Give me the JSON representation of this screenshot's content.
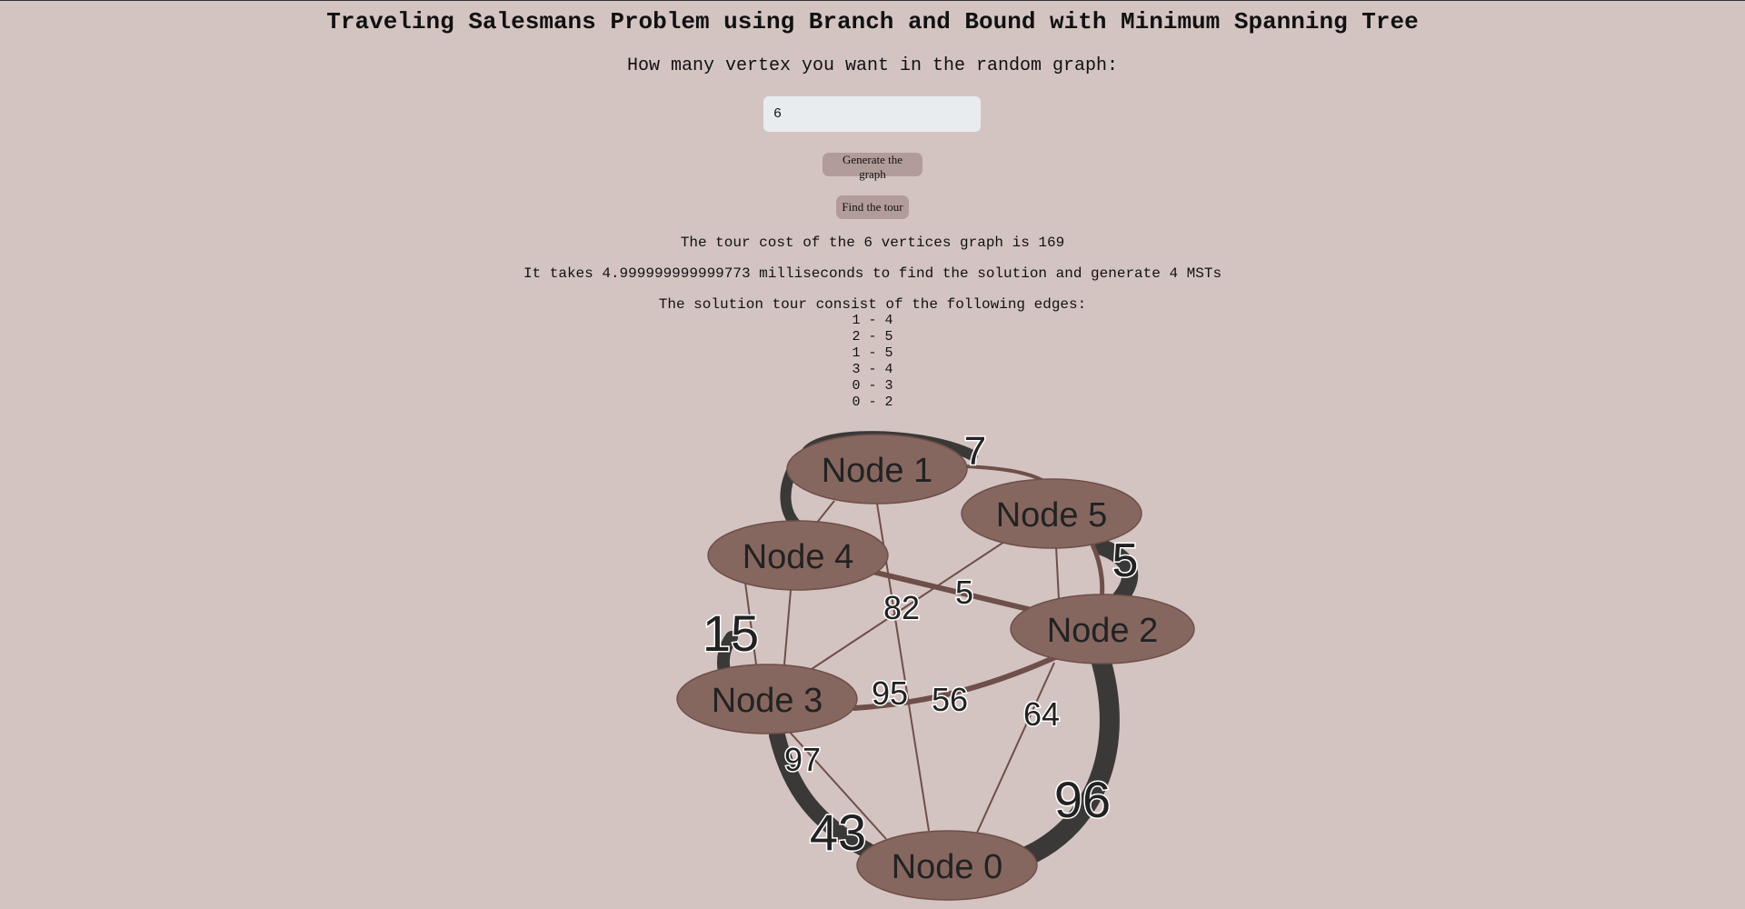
{
  "page": {
    "title": "Traveling Salesmans Problem using Branch and Bound with Minimum Spanning Tree",
    "prompt": "How many vertex you want in the random graph:"
  },
  "controls": {
    "vertex_count_value": "6",
    "generate_label": "Generate the graph",
    "find_label": "Find the tour"
  },
  "result": {
    "cost_text": "The tour cost of the 6 vertices graph is 169",
    "timing_text": "It takes 4.999999999999773 milliseconds to find the solution and generate 4 MSTs",
    "edges_heading": "The solution tour consist of the following edges:",
    "edges": [
      "1 - 4",
      "2 - 5",
      "1 - 5",
      "3 - 4",
      "0 - 3",
      "0 - 2"
    ]
  },
  "graph": {
    "colors": {
      "node_fill": "#866760",
      "node_stroke": "#6e4f49",
      "thin_edge": "#6e4f49",
      "tour_edge": "#3a3938",
      "medium_edge": "#6e4f49"
    },
    "nodes": [
      {
        "id": "node-0",
        "label": "Node 0"
      },
      {
        "id": "node-1",
        "label": "Node 1"
      },
      {
        "id": "node-2",
        "label": "Node 2"
      },
      {
        "id": "node-3",
        "label": "Node 3"
      },
      {
        "id": "node-4",
        "label": "Node 4"
      },
      {
        "id": "node-5",
        "label": "Node 5"
      }
    ],
    "edge_weights": {
      "e_1_5": "7",
      "e_2_5": "5",
      "e_4_2": "5",
      "e_3_4": "15",
      "e_82": "82",
      "e_95": "95",
      "e_56": "56",
      "e_64": "64",
      "e_97": "97",
      "e_0_3": "43",
      "e_0_2": "96"
    }
  }
}
